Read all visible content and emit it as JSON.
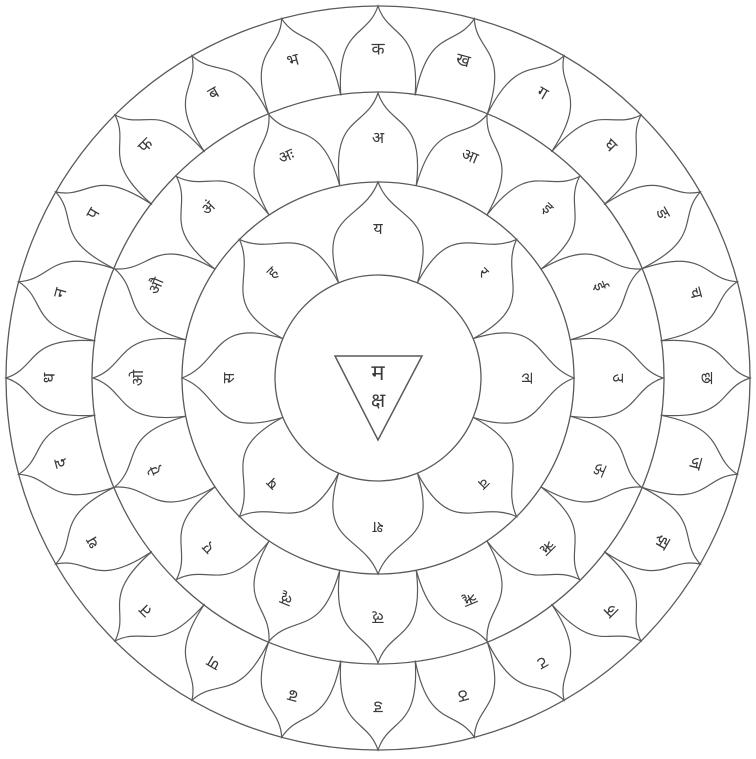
{
  "colors": {
    "stroke": "#5a5a5a",
    "text": "#3a3a3a",
    "background": "#ffffff"
  },
  "center": {
    "top_letter": "म",
    "bottom_letter": "क्ष"
  },
  "inner_ring": [
    "य",
    "र",
    "ल",
    "व",
    "श",
    "ष",
    "स",
    "ह"
  ],
  "middle_ring": [
    "अ",
    "आ",
    "इ",
    "ई",
    "उ",
    "ऊ",
    "ऋ",
    "ॠ",
    "ऌ",
    "ॡ",
    "ए",
    "ऐ",
    "ओ",
    "औ",
    "अं",
    "अः"
  ],
  "outer_ring": [
    "क",
    "ख",
    "ग",
    "घ",
    "ङ",
    "च",
    "छ",
    "ज",
    "झ",
    "ञ",
    "ट",
    "ठ",
    "ड",
    "ढ",
    "ण",
    "त",
    "थ",
    "द",
    "ध",
    "न",
    "प",
    "फ",
    "ब",
    "भ"
  ]
}
